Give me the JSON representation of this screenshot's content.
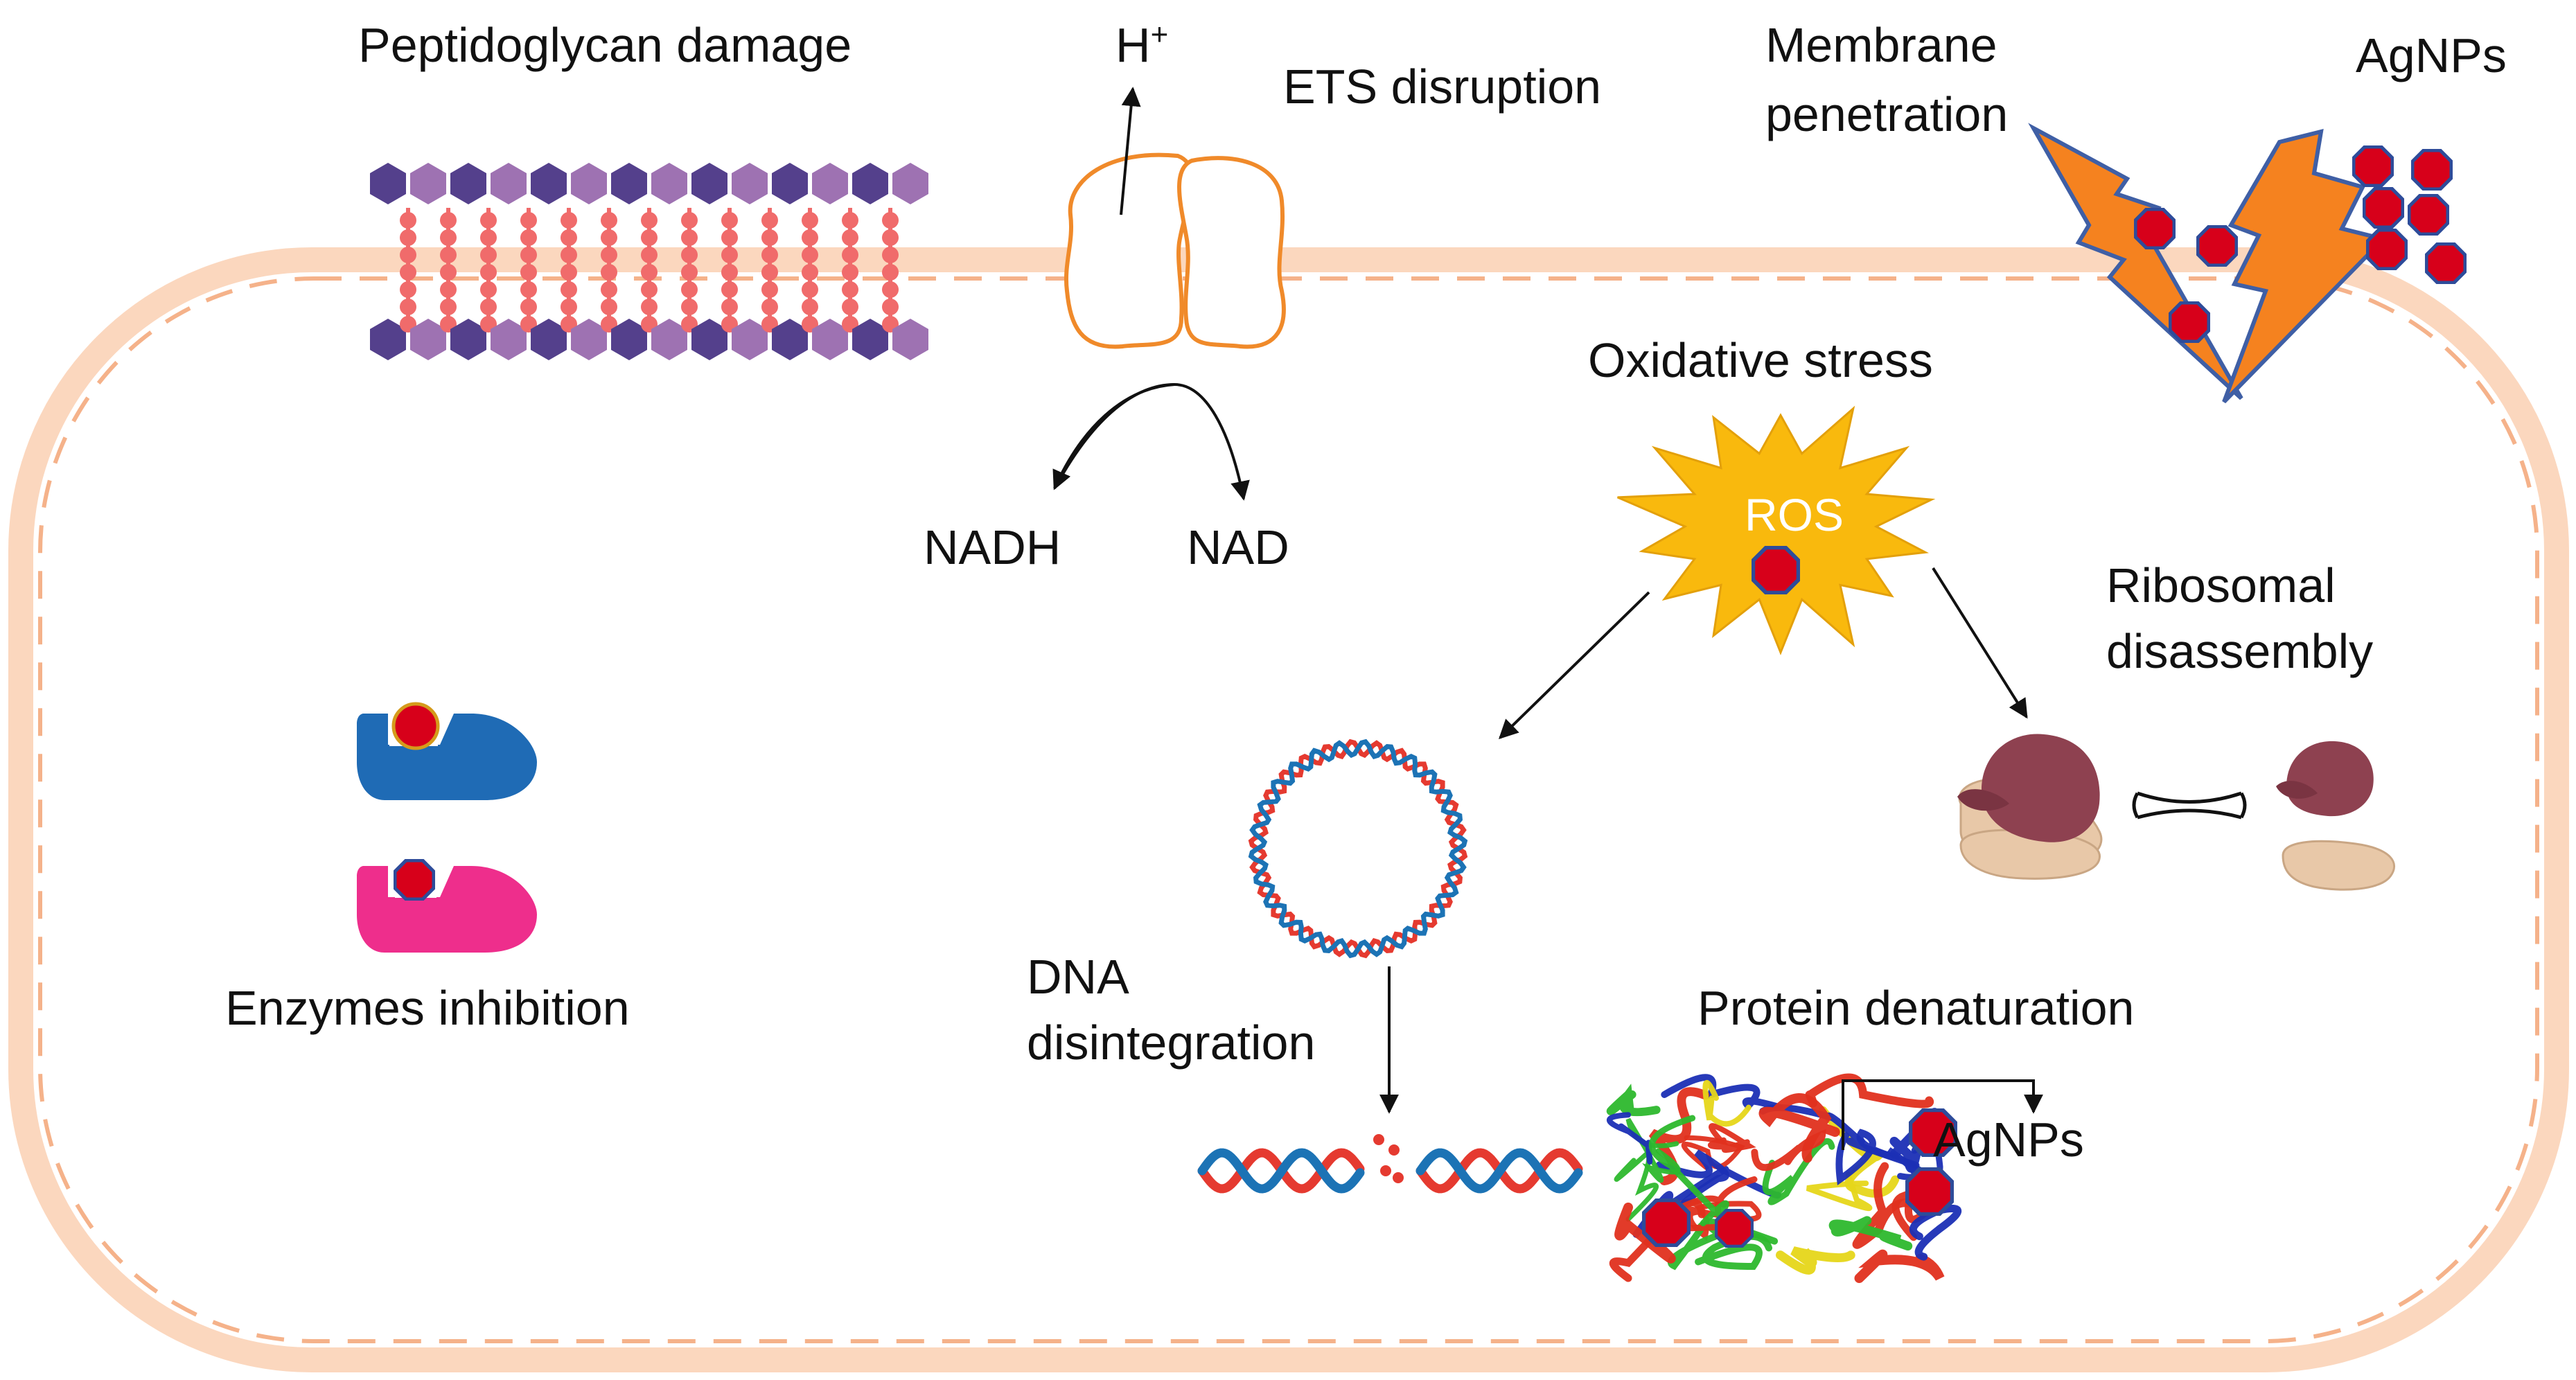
{
  "labels": {
    "peptidoglycan": "Peptidoglycan damage",
    "h_plus_base": "H",
    "h_plus_sup": "+",
    "ets": "ETS disruption",
    "membrane_line1": "Membrane",
    "membrane_line2": "penetration",
    "agnps_top": "AgNPs",
    "oxidative": "Oxidative stress",
    "ros": "ROS",
    "nadh": "NADH",
    "nad": "NAD",
    "ribosomal_line1": "Ribosomal",
    "ribosomal_line2": "disassembly",
    "enzymes": "Enzymes inhibition",
    "dna_line1": "DNA",
    "dna_line2": "disintegration",
    "protein": "Protein denaturation",
    "agnps_protein": "AgNPs"
  },
  "colors": {
    "cell_membrane": "#F9C9A8",
    "cell_dash": "#F5B28A",
    "lipid_head": "#54408C",
    "lipid_head_alt": "#9E72B2",
    "lipid_tail": "#F06B6B",
    "transporter": "#F08A2A",
    "lightning": "#F5821F",
    "lightning_edge": "#3F5FA5",
    "nanoparticle": "#D7001A",
    "nanoparticle_edge": "#2E4C9A",
    "ros_star": "#F9B90D",
    "enzyme_blue": "#1F6BB5",
    "enzyme_pink": "#EE2E8C",
    "dna_red": "#E53A30",
    "dna_blue": "#1C73B5",
    "ribosome_large": "#8E4150",
    "ribosome_small": "#E8C8A8"
  },
  "icons": [
    "peptidoglycan-layer-icon",
    "transporter-protein-icon",
    "lightning-bolt-icon",
    "silver-nanoparticle-icon",
    "ros-starburst-icon",
    "enzyme-icon",
    "circular-dna-icon",
    "broken-dna-icon",
    "ribosome-icon",
    "protein-structure-icon"
  ]
}
